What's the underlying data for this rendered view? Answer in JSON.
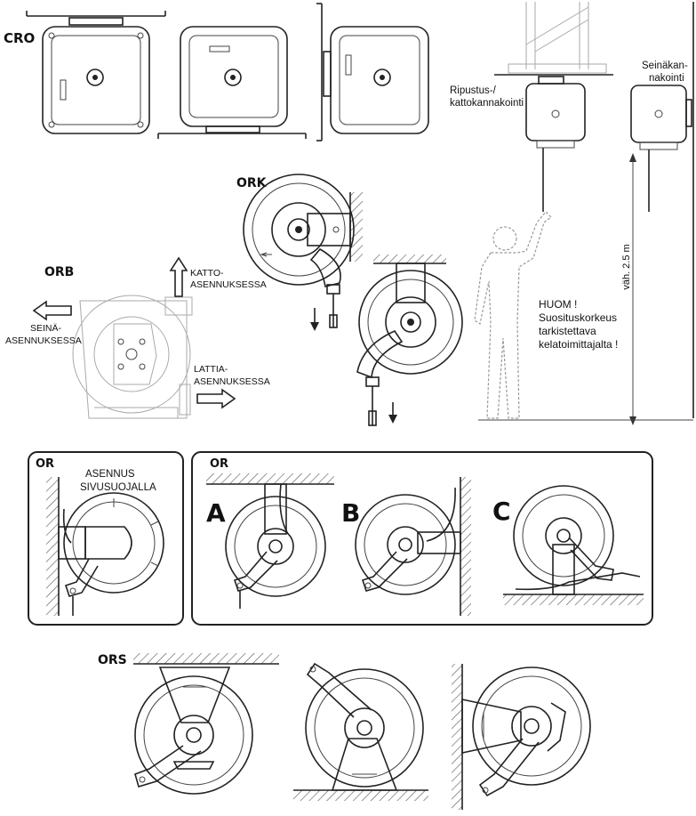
{
  "sections": {
    "cro": "CRO",
    "ork": "ORK",
    "orb": "ORB",
    "or_left": "OR",
    "or_right": "OR",
    "ors": "ORS"
  },
  "cro_mount": {
    "ceiling_l1": "Ripustus-/",
    "ceiling_l2": "kattokannakointi",
    "wall_l1": "Seinäkan-",
    "wall_l2": "nakointi"
  },
  "orb_labels": {
    "katto_l1": "KATTO-",
    "katto_l2": "ASENNUKSESSA",
    "seina_l1": "SEINÄ-",
    "seina_l2": "ASENNUKSESSA",
    "lattia_l1": "LATTIA-",
    "lattia_l2": "ASENNUKSESSA"
  },
  "height_label": "väh. 2.5 m",
  "note": {
    "l1": "HUOM !",
    "l2": "Suosituskorkeus",
    "l3": "tarkistettava",
    "l4": "kelatoimittajalta !"
  },
  "or_side": {
    "l1": "ASENNUS",
    "l2": "SIVUSUOJALLA"
  },
  "variants": [
    "A",
    "B",
    "C"
  ]
}
